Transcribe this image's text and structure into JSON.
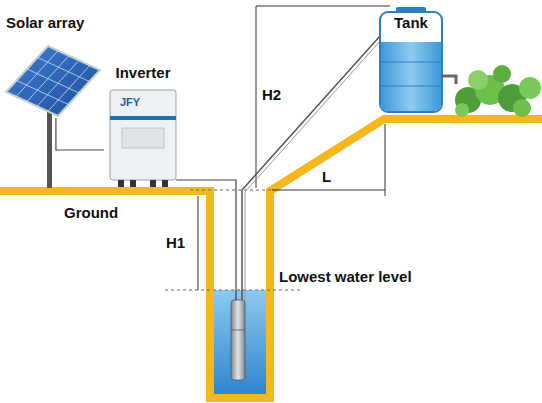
{
  "diagram": {
    "nodes": [
      {
        "text": [
          "Solar array"
        ]
      },
      {
        "text": [
          "Inverter"
        ]
      },
      {
        "text": [
          "Tank"
        ]
      }
    ],
    "edges": [
      {
        "from": 0,
        "to": 1,
        "arrow": "none"
      }
    ],
    "labels": [
      "JFY",
      "Ground",
      "H1",
      "H2",
      "L",
      "Lowest water level"
    ]
  }
}
